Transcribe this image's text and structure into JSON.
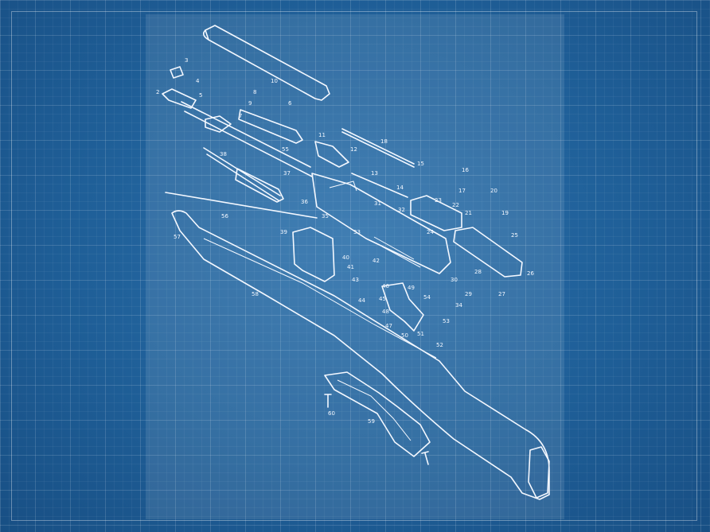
{
  "colors": {
    "background": "#1e5f9a",
    "line": "#f4f8ff",
    "grid": "rgba(255,255,255,0.10)"
  },
  "part_numbers": [
    "2",
    "3",
    "4",
    "5",
    "6",
    "7",
    "8",
    "9",
    "10",
    "11",
    "12",
    "13",
    "14",
    "15",
    "16",
    "17",
    "18",
    "19",
    "20",
    "21",
    "22",
    "23",
    "24",
    "25",
    "26",
    "27",
    "28",
    "29",
    "30",
    "31",
    "32",
    "33",
    "34",
    "35",
    "36",
    "37",
    "38",
    "39",
    "40",
    "41",
    "42",
    "43",
    "44",
    "45",
    "46",
    "47",
    "48",
    "49",
    "50",
    "51",
    "52",
    "53",
    "54",
    "55",
    "56",
    "57",
    "58",
    "59",
    "60"
  ]
}
